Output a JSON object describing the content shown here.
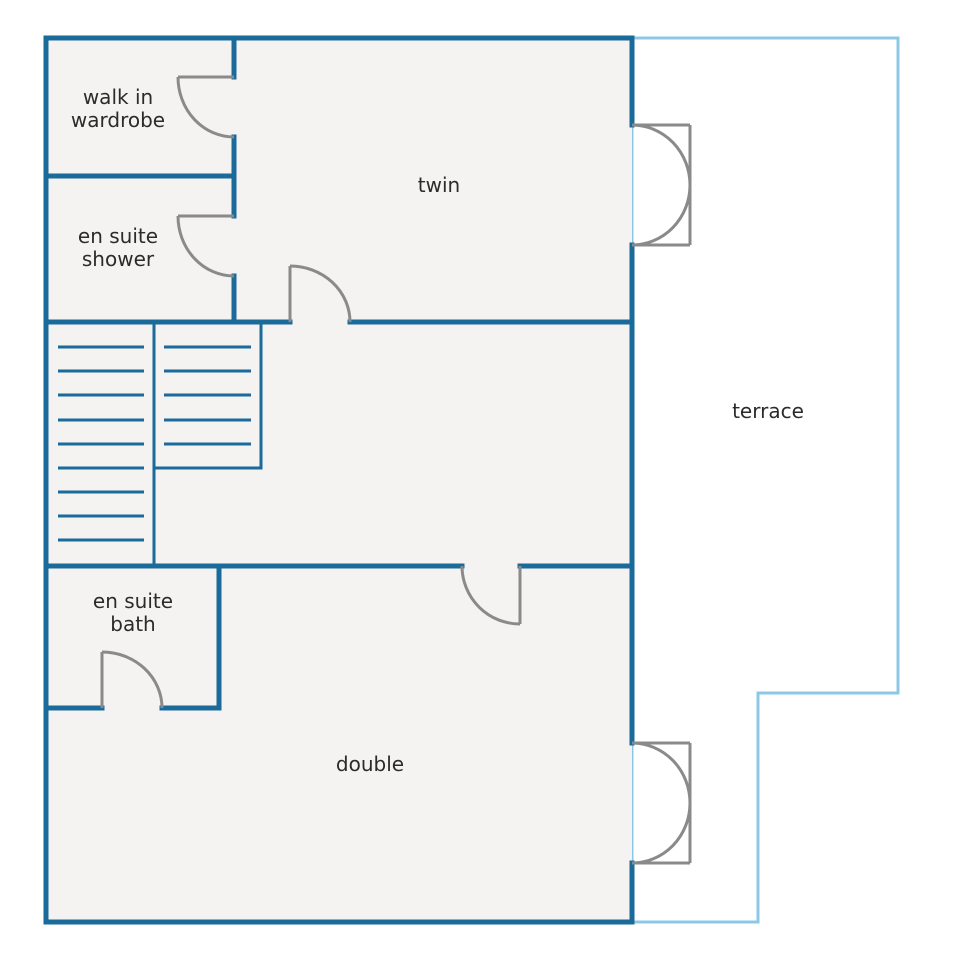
{
  "colors": {
    "floor": "#f4f3f2",
    "wall": "#1a6a9a",
    "terrace_outline": "#8cc8e6",
    "door": "#8a8a8a",
    "stair": "#1a6a9a",
    "text": "#2b2b2b"
  },
  "rooms": {
    "walk_in_wardrobe": {
      "line1": "walk in",
      "line2": "wardrobe"
    },
    "twin": {
      "label": "twin"
    },
    "en_suite_shower": {
      "line1": "en suite",
      "line2": "shower"
    },
    "terrace": {
      "label": "terrace"
    },
    "en_suite_bath": {
      "line1": "en suite",
      "line2": "bath"
    },
    "double": {
      "label": "double"
    }
  }
}
